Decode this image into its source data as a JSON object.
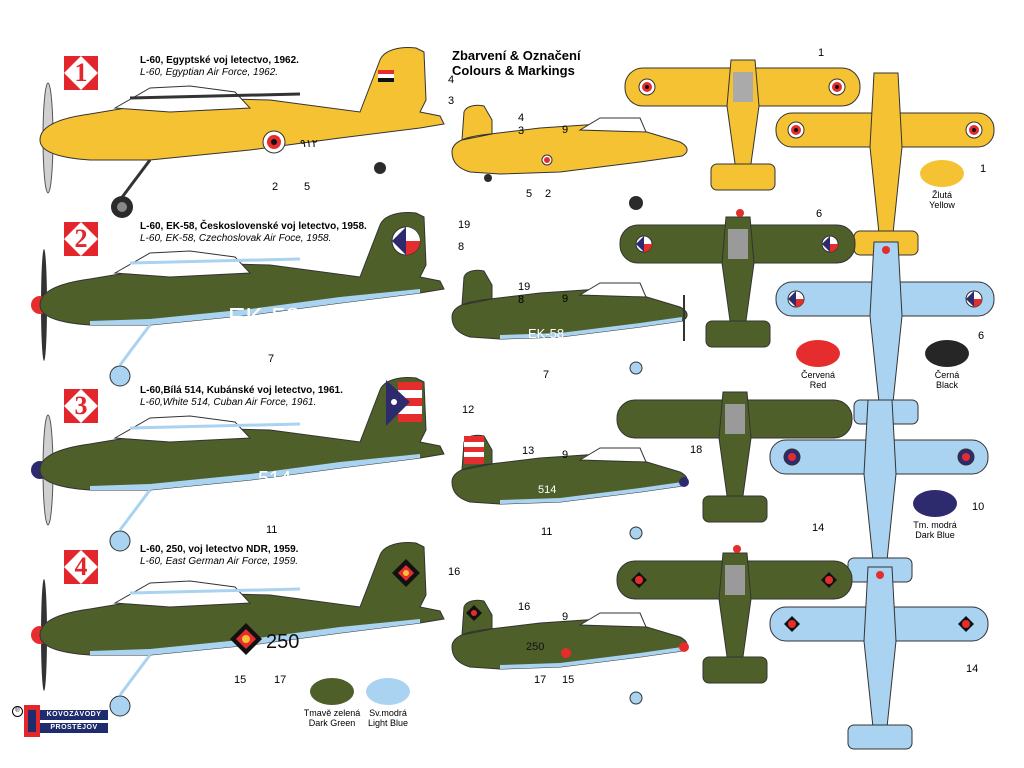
{
  "heading": {
    "cz": "Zbarvení & Označení",
    "en": "Colours & Markings"
  },
  "schemes": [
    {
      "number": "1",
      "cz": "L-60, Egyptské voj letectvo, 1962.",
      "en": "L-60, Egyptian Air Force, 1962.",
      "serial": "٩١٢"
    },
    {
      "number": "2",
      "cz": "L-60, EK-58, Československé voj letectvo, 1958.",
      "en": "L-60, EK-58, Czechoslovak Air Foce, 1958.",
      "serial": "EK-58"
    },
    {
      "number": "3",
      "cz": "L-60,Bílá 514, Kubánské voj letectvo, 1961.",
      "en": "L-60,White 514, Cuban  Air Force, 1961.",
      "serial": "514"
    },
    {
      "number": "4",
      "cz": "L-60, 250, voj letectvo NDR, 1959.",
      "en": "L-60, East German Air Force, 1959.",
      "serial": "250"
    }
  ],
  "swatches": [
    {
      "cz": "Žlutá",
      "en": "Yellow",
      "color": "#f5c233"
    },
    {
      "cz": "Červená",
      "en": "Red",
      "color": "#e52d2d"
    },
    {
      "cz": "Černá",
      "en": "Black",
      "color": "#262626"
    },
    {
      "cz": "Tm. modrá",
      "en": "Dark Blue",
      "color": "#2e2a6e"
    },
    {
      "cz": "Tmavě zelená",
      "en": "Dark Green",
      "color": "#4f5f29"
    },
    {
      "cz": "Sv.modrá",
      "en": "Light Blue",
      "color": "#a9d3f0"
    }
  ],
  "callouts": {
    "s1_side": [
      "4",
      "3",
      "2",
      "5"
    ],
    "s1_small": [
      "4",
      "3",
      "9",
      "5",
      "2"
    ],
    "s1_top": [
      "1"
    ],
    "s1_bottom": [
      "1"
    ],
    "s2_side": [
      "19",
      "8",
      "7"
    ],
    "s2_small": [
      "19",
      "8",
      "9",
      "7"
    ],
    "s2_top": [
      "6"
    ],
    "s2_bottom": [
      "6"
    ],
    "s3_side": [
      "12",
      "11"
    ],
    "s3_small": [
      "13",
      "9",
      "11"
    ],
    "s3_top": [
      "18"
    ],
    "s3_bottom": [
      "10"
    ],
    "s4_side": [
      "16",
      "15",
      "17"
    ],
    "s4_small": [
      "16",
      "9",
      "17",
      "15"
    ],
    "s4_top": [
      "14"
    ],
    "s4_bottom": [
      "14"
    ]
  },
  "logo": {
    "line1": "KOVOZÁVODY",
    "line2": "PROSTĚJOV",
    "mark": "®"
  }
}
